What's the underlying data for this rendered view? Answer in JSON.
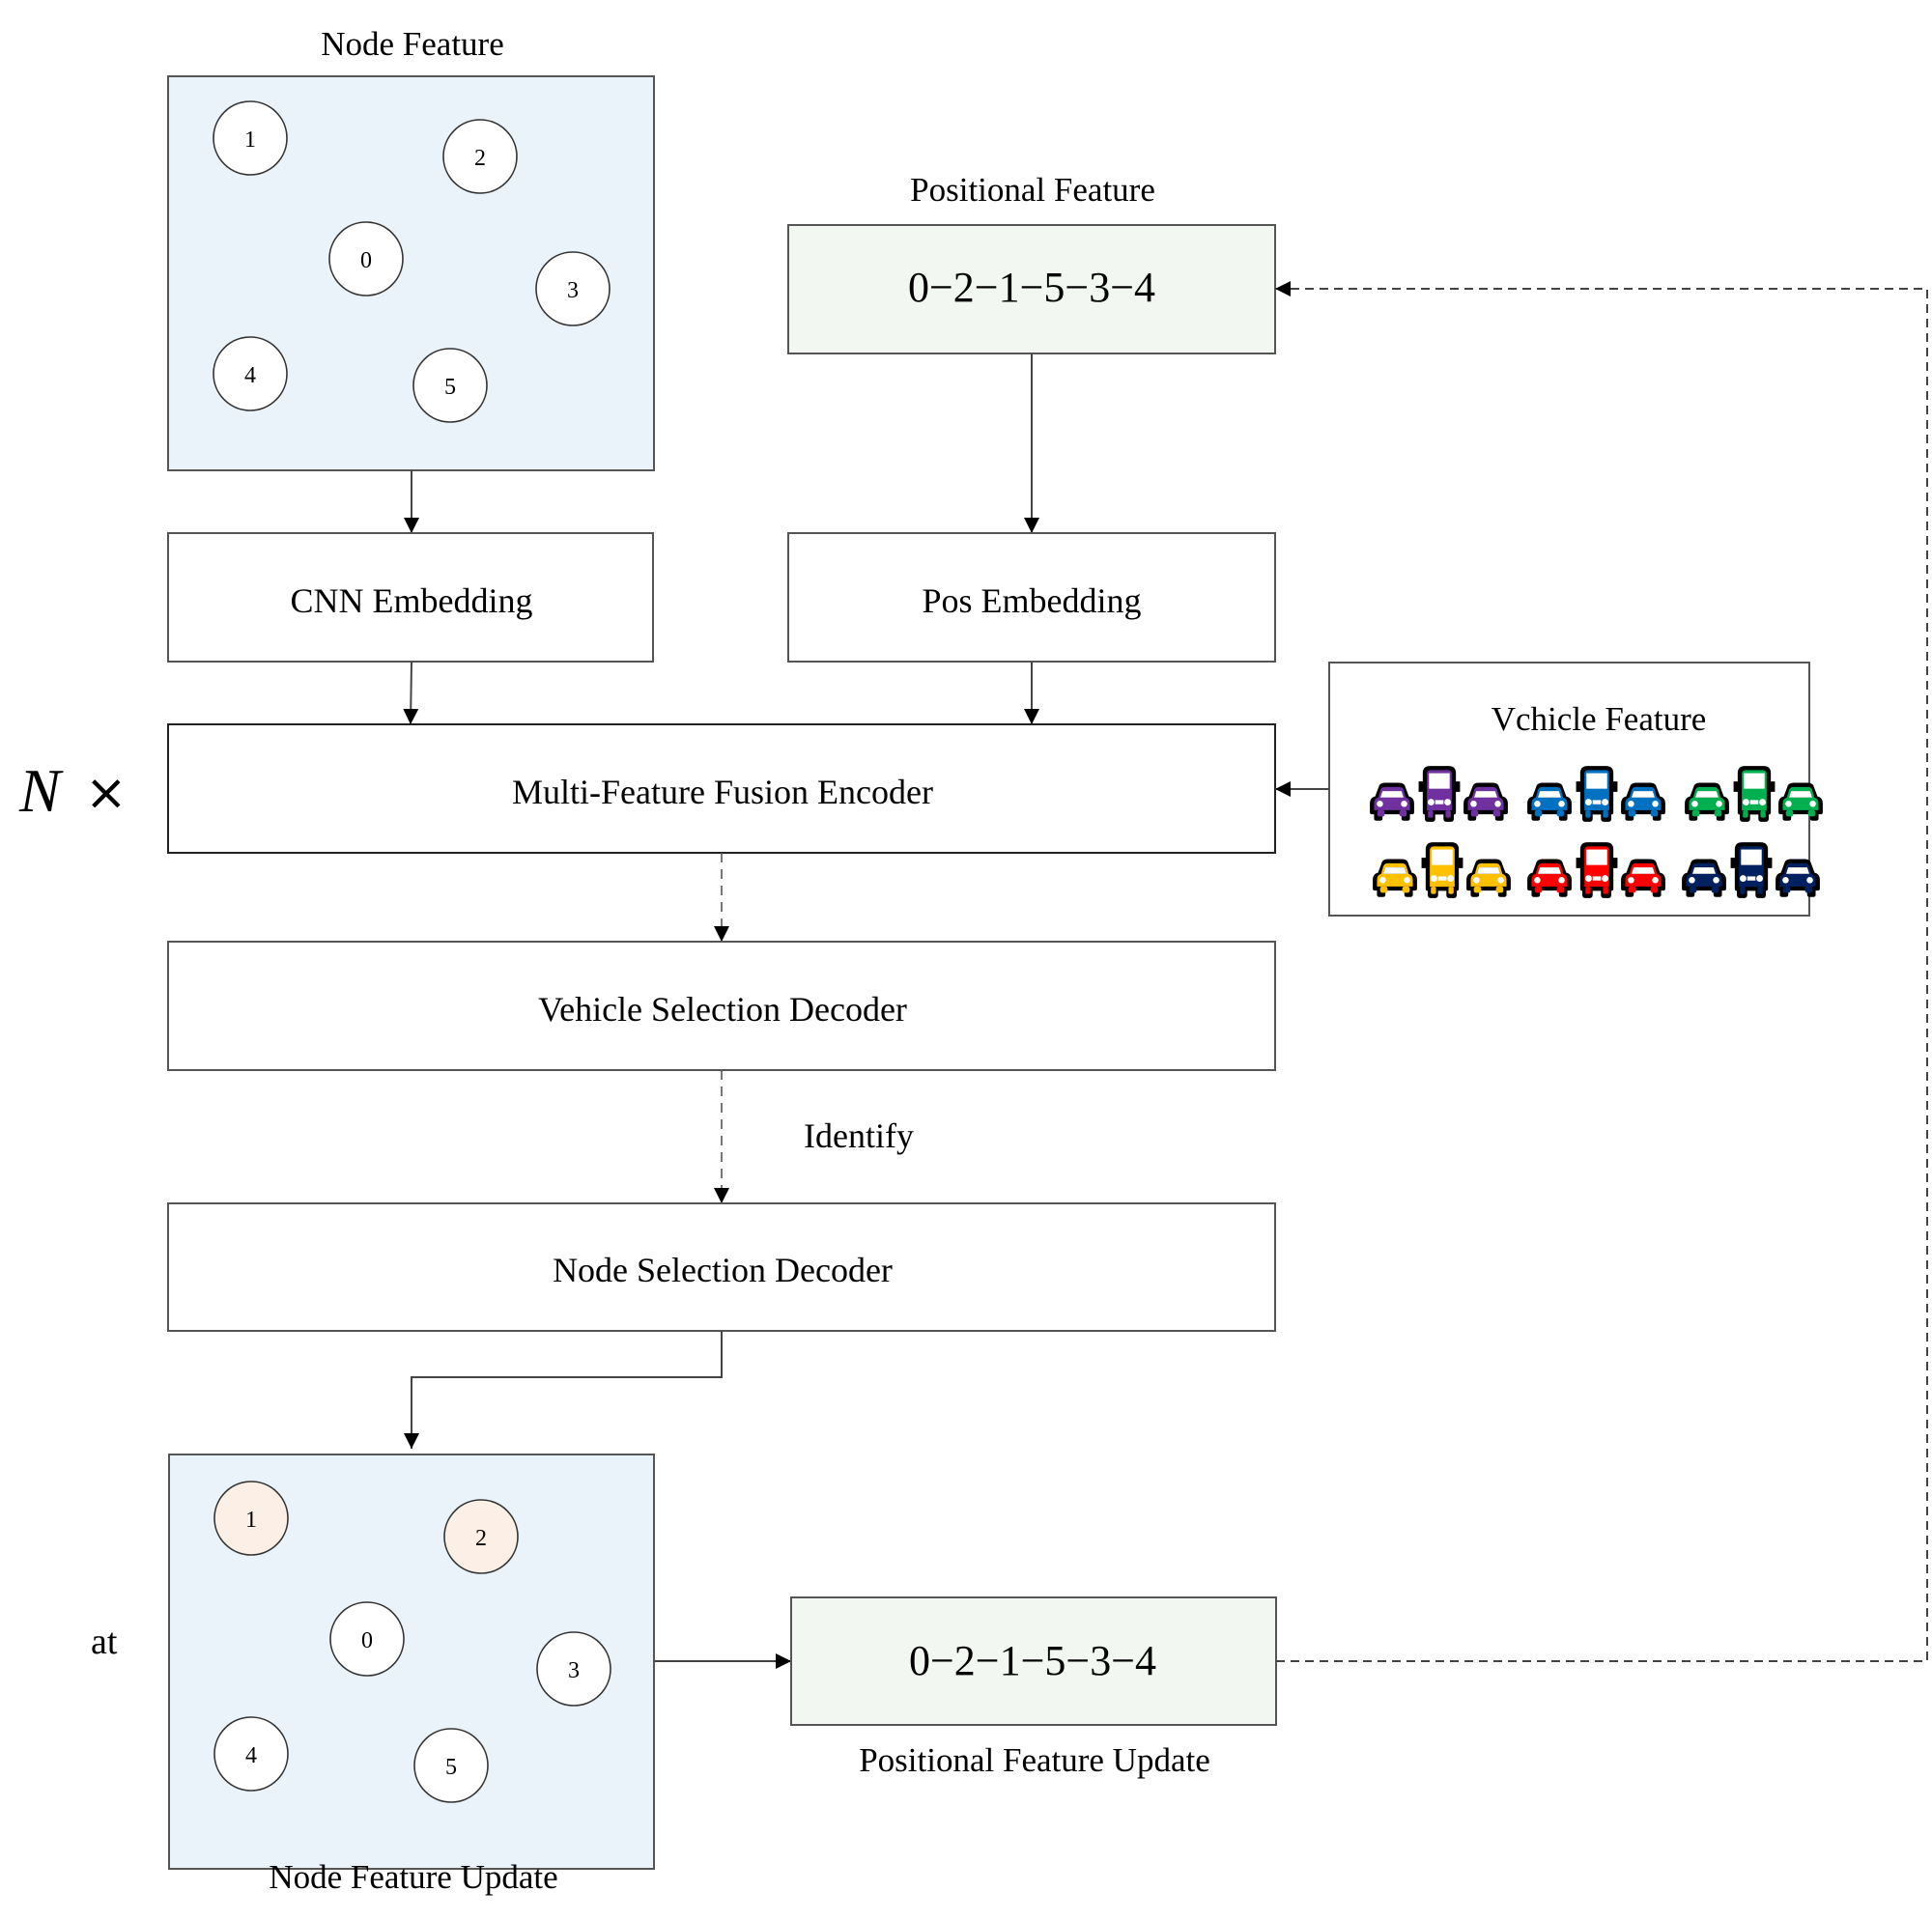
{
  "figure": {
    "node_feature": {
      "title": "Node Feature",
      "nodes": [
        {
          "label": "1",
          "highlighted": false
        },
        {
          "label": "2",
          "highlighted": false
        },
        {
          "label": "0",
          "highlighted": false
        },
        {
          "label": "3",
          "highlighted": false
        },
        {
          "label": "4",
          "highlighted": false
        },
        {
          "label": "5",
          "highlighted": false
        }
      ]
    },
    "positional_feature": {
      "title": "Positional Feature",
      "sequence": "0−2−1−5−3−4"
    },
    "cnn_embedding": {
      "label": "CNN Embedding"
    },
    "pos_embedding": {
      "label": "Pos Embedding"
    },
    "vehicle_feature": {
      "title": "Vchicle Feature",
      "vehicle_groups": [
        {
          "name": "purple-vehicles",
          "color": "#7030a0"
        },
        {
          "name": "blue-vehicles",
          "color": "#0070c0"
        },
        {
          "name": "green-vehicles",
          "color": "#00b050"
        },
        {
          "name": "yellow-vehicles",
          "color": "#ffc000"
        },
        {
          "name": "red-vehicles",
          "color": "#ff0000"
        },
        {
          "name": "navy-vehicles",
          "color": "#002060"
        }
      ]
    },
    "repeat_label": {
      "symbol": "N",
      "times": "×"
    },
    "encoder": {
      "label": "Multi-Feature Fusion Encoder"
    },
    "vehicle_decoder": {
      "label": "Vehicle Selection Decoder"
    },
    "identify_label": "Identify",
    "node_decoder": {
      "label": "Node Selection Decoder"
    },
    "side_label": "at",
    "node_feature_update": {
      "title": "Node Feature Update",
      "nodes": [
        {
          "label": "1",
          "highlighted": true
        },
        {
          "label": "2",
          "highlighted": true
        },
        {
          "label": "0",
          "highlighted": false
        },
        {
          "label": "3",
          "highlighted": false
        },
        {
          "label": "4",
          "highlighted": false
        },
        {
          "label": "5",
          "highlighted": false
        }
      ]
    },
    "positional_feature_update": {
      "title": "Positional Feature Update",
      "sequence": "0−2−1−5−3−4"
    },
    "colors": {
      "node_panel_bg": "#eaf2fa",
      "positional_panel_bg": "#f3f7f1",
      "node_highlight": "#fbefe6",
      "node_default": "#ffffff"
    }
  }
}
